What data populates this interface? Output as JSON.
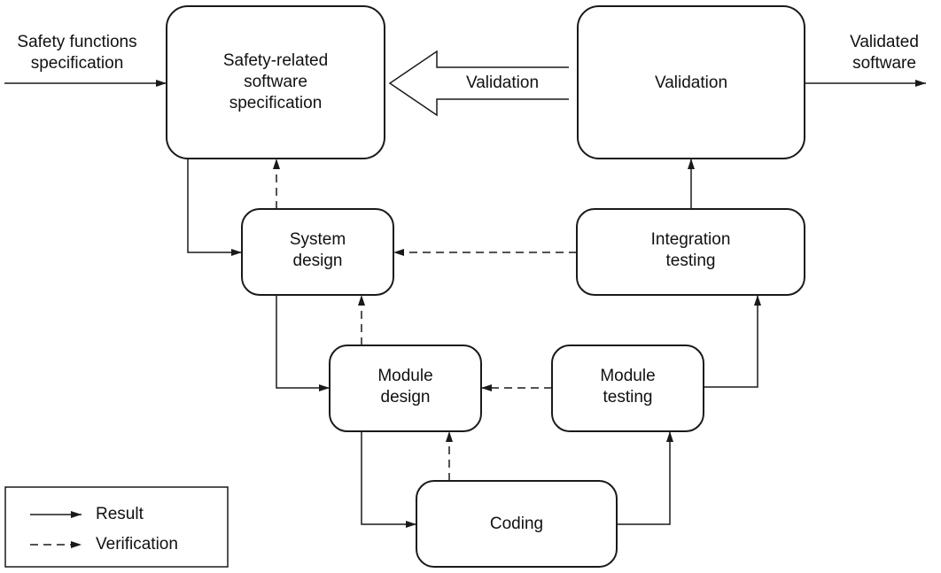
{
  "diagram": {
    "nodes": {
      "srs": "Safety-related\nsoftware\nspecification",
      "validation": "Validation",
      "system_design": "System\ndesign",
      "integration_testing": "Integration\ntesting",
      "module_design": "Module\ndesign",
      "module_testing": "Module\ntesting",
      "coding": "Coding"
    },
    "input_label": "Safety functions\nspecification",
    "output_label": "Validated\nsoftware",
    "validation_arrow_label": "Validation"
  },
  "legend": {
    "result": "Result",
    "verification": "Verification"
  },
  "colors": {
    "stroke": "#1a1a1a",
    "background": "#ffffff"
  }
}
